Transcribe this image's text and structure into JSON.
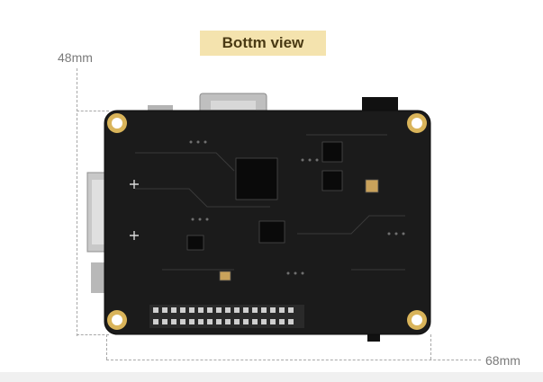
{
  "title": "Bottm view",
  "dimensions": {
    "height_label": "48mm",
    "width_label": "68mm"
  },
  "colors": {
    "badge_bg": "#f4e3ae",
    "badge_text": "#4a3a14",
    "board": "#1b1b1b",
    "pad_gold": "#d9b45a",
    "dashed": "#a8a8a8"
  }
}
